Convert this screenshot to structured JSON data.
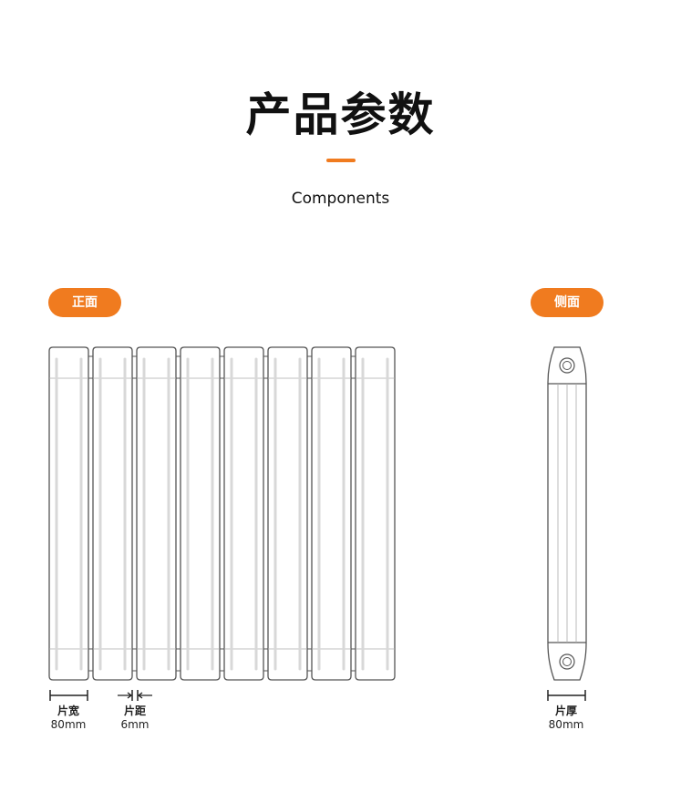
{
  "header": {
    "title": "产品参数",
    "subtitle": "Components"
  },
  "front": {
    "tag": "正面",
    "panel_count": 8,
    "width_label": "片宽",
    "width_value": "80mm",
    "gap_label": "片距",
    "gap_value": "6mm"
  },
  "side": {
    "tag": "侧面",
    "depth_label": "片厚",
    "depth_value": "80mm"
  },
  "colors": {
    "accent": "#f07b1f",
    "line": "#555555",
    "groove": "#d8d8d8"
  }
}
